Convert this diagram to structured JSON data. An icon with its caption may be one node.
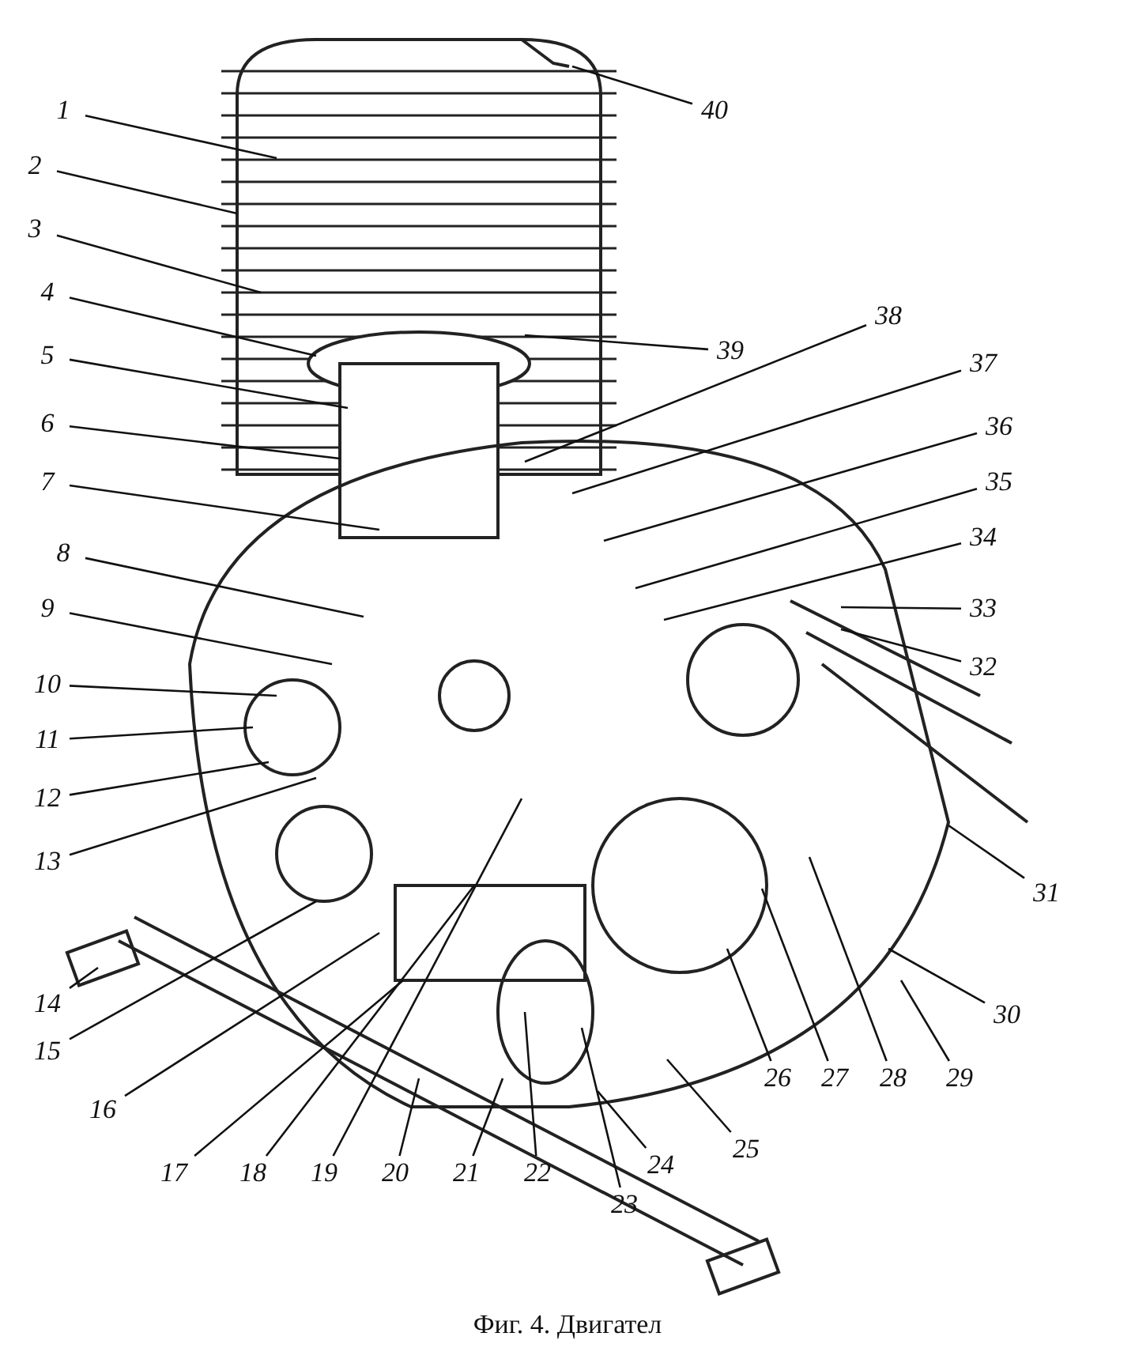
{
  "diagram": {
    "caption": "Фиг. 4. Двигател",
    "nodes": [
      {
        "text": [
          "1"
        ]
      },
      {
        "text": [
          "2"
        ]
      },
      {
        "text": [
          "3"
        ]
      },
      {
        "text": [
          "4"
        ]
      },
      {
        "text": [
          "5"
        ]
      },
      {
        "text": [
          "6"
        ]
      },
      {
        "text": [
          "7"
        ]
      },
      {
        "text": [
          "8"
        ]
      },
      {
        "text": [
          "9"
        ]
      },
      {
        "text": [
          "10"
        ]
      },
      {
        "text": [
          "11"
        ]
      },
      {
        "text": [
          "12"
        ]
      },
      {
        "text": [
          "13"
        ]
      },
      {
        "text": [
          "14"
        ]
      },
      {
        "text": [
          "15"
        ]
      },
      {
        "text": [
          "16"
        ]
      },
      {
        "text": [
          "17"
        ]
      },
      {
        "text": [
          "18"
        ]
      },
      {
        "text": [
          "19"
        ]
      },
      {
        "text": [
          "20"
        ]
      },
      {
        "text": [
          "21"
        ]
      },
      {
        "text": [
          "22"
        ]
      },
      {
        "text": [
          "23"
        ]
      },
      {
        "text": [
          "24"
        ]
      },
      {
        "text": [
          "25"
        ]
      },
      {
        "text": [
          "26"
        ]
      },
      {
        "text": [
          "27"
        ]
      },
      {
        "text": [
          "28"
        ]
      },
      {
        "text": [
          "29"
        ]
      },
      {
        "text": [
          "30"
        ]
      },
      {
        "text": [
          "31"
        ]
      },
      {
        "text": [
          "32"
        ]
      },
      {
        "text": [
          "33"
        ]
      },
      {
        "text": [
          "34"
        ]
      },
      {
        "text": [
          "35"
        ]
      },
      {
        "text": [
          "36"
        ]
      },
      {
        "text": [
          "37"
        ]
      },
      {
        "text": [
          "38"
        ]
      },
      {
        "text": [
          "39"
        ]
      },
      {
        "text": [
          "40"
        ]
      }
    ],
    "edges": [
      {
        "from": 0,
        "to": null,
        "arrow": "none"
      },
      {
        "from": 1,
        "to": null,
        "arrow": "none"
      },
      {
        "from": 2,
        "to": null,
        "arrow": "none"
      },
      {
        "from": 3,
        "to": null,
        "arrow": "none"
      },
      {
        "from": 4,
        "to": null,
        "arrow": "none"
      },
      {
        "from": 5,
        "to": null,
        "arrow": "none"
      },
      {
        "from": 6,
        "to": null,
        "arrow": "none"
      },
      {
        "from": 7,
        "to": null,
        "arrow": "none"
      },
      {
        "from": 8,
        "to": null,
        "arrow": "none"
      },
      {
        "from": 9,
        "to": null,
        "arrow": "none"
      },
      {
        "from": 10,
        "to": null,
        "arrow": "none"
      },
      {
        "from": 11,
        "to": null,
        "arrow": "none"
      },
      {
        "from": 12,
        "to": null,
        "arrow": "none"
      },
      {
        "from": 13,
        "to": null,
        "arrow": "none"
      },
      {
        "from": 14,
        "to": null,
        "arrow": "none"
      },
      {
        "from": 15,
        "to": null,
        "arrow": "none"
      },
      {
        "from": 16,
        "to": null,
        "arrow": "none"
      },
      {
        "from": 17,
        "to": null,
        "arrow": "none"
      },
      {
        "from": 18,
        "to": null,
        "arrow": "none"
      },
      {
        "from": 19,
        "to": null,
        "arrow": "none"
      },
      {
        "from": 20,
        "to": null,
        "arrow": "none"
      },
      {
        "from": 21,
        "to": null,
        "arrow": "none"
      },
      {
        "from": 22,
        "to": null,
        "arrow": "none"
      },
      {
        "from": 23,
        "to": null,
        "arrow": "none"
      },
      {
        "from": 24,
        "to": null,
        "arrow": "none"
      },
      {
        "from": 25,
        "to": null,
        "arrow": "none"
      },
      {
        "from": 26,
        "to": null,
        "arrow": "none"
      },
      {
        "from": 27,
        "to": null,
        "arrow": "none"
      },
      {
        "from": 28,
        "to": null,
        "arrow": "none"
      },
      {
        "from": 29,
        "to": null,
        "arrow": "none"
      },
      {
        "from": 30,
        "to": null,
        "arrow": "none"
      },
      {
        "from": 31,
        "to": null,
        "arrow": "none"
      },
      {
        "from": 32,
        "to": null,
        "arrow": "none"
      },
      {
        "from": 33,
        "to": null,
        "arrow": "none"
      },
      {
        "from": 34,
        "to": null,
        "arrow": "none"
      },
      {
        "from": 35,
        "to": null,
        "arrow": "none"
      },
      {
        "from": 36,
        "to": null,
        "arrow": "none"
      },
      {
        "from": 37,
        "to": null,
        "arrow": "none"
      },
      {
        "from": 38,
        "to": null,
        "arrow": "none"
      },
      {
        "from": 39,
        "to": null,
        "arrow": "none"
      }
    ]
  }
}
